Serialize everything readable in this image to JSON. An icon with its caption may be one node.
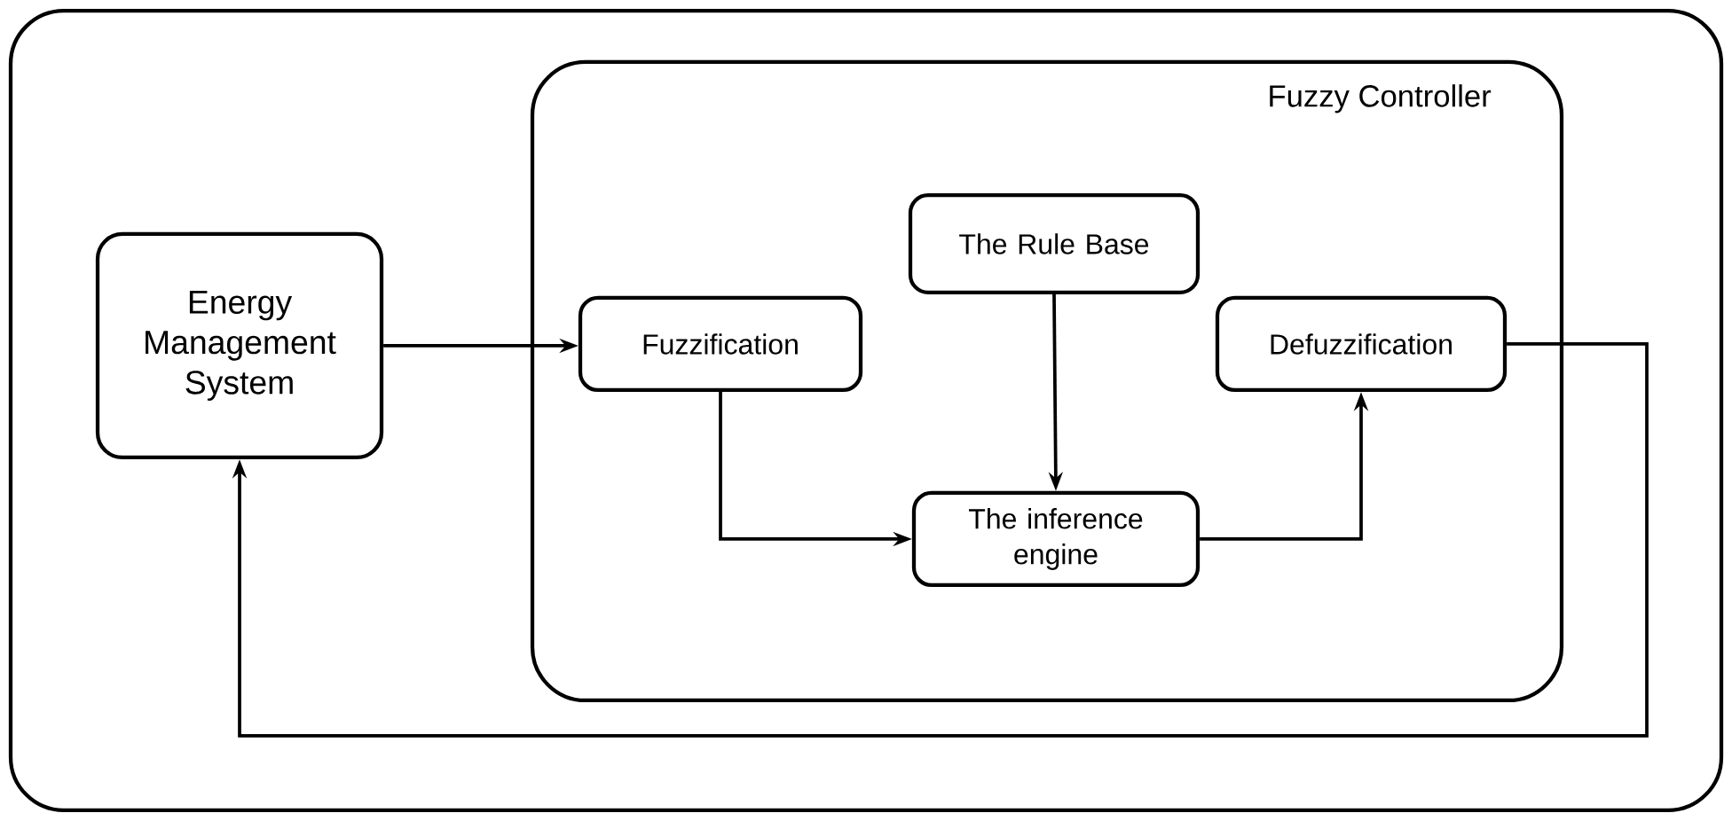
{
  "diagram": {
    "nodes": [
      {
        "text": [],
        "shape": "box"
      },
      {
        "text": [
          "Fuzzy Controller"
        ],
        "in": 0
      },
      {
        "text": [
          "Energy Management System"
        ],
        "in": 0
      },
      {
        "text": [
          "The Rule Base"
        ],
        "in": 1
      },
      {
        "text": [
          "Fuzzification"
        ],
        "in": 1
      },
      {
        "text": [
          "Defuzzification"
        ],
        "in": 1
      },
      {
        "text": [
          "The inference engine"
        ],
        "in": 1
      }
    ],
    "edges": [
      {
        "from": 2,
        "to": 4,
        "arrow": "to"
      },
      {
        "from": 3,
        "to": 6,
        "arrow": "to"
      },
      {
        "from": 4,
        "to": 6,
        "arrow": "to"
      },
      {
        "from": 6,
        "to": 5,
        "arrow": "to"
      },
      {
        "from": 5,
        "to": 2,
        "arrow": "to"
      }
    ]
  }
}
